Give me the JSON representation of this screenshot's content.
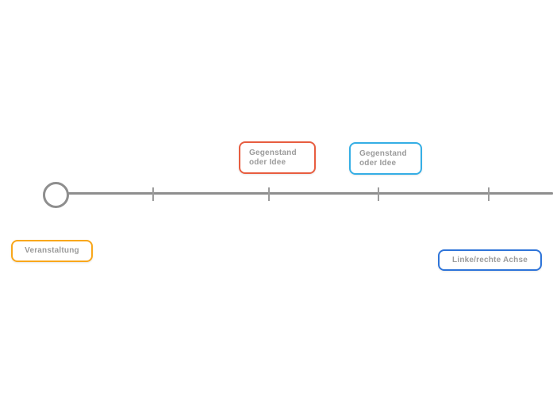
{
  "app": {
    "type": "timeline-mindmap-canvas",
    "background_color": "#ffffff"
  },
  "timeline": {
    "line_color": "#8e8e8e",
    "tick_color": "#9c9c9c",
    "start_marker": "circle",
    "tick_count": 4
  },
  "nodes": [
    {
      "label": "Gegenstand oder Idee",
      "border_color": "#e85d40",
      "text_color": "#9b9b9b",
      "position": "above-axis"
    },
    {
      "label": "Gegenstand oder Idee",
      "border_color": "#35aee5",
      "text_color": "#9b9b9b",
      "position": "above-axis"
    },
    {
      "label": "Veranstaltung",
      "border_color": "#f9a71b",
      "text_color": "#9b9b9b",
      "position": "below-axis-left"
    },
    {
      "label": "Linke/rechte Achse",
      "border_color": "#2e74d9",
      "text_color": "#9b9b9b",
      "position": "below-axis-right"
    }
  ]
}
